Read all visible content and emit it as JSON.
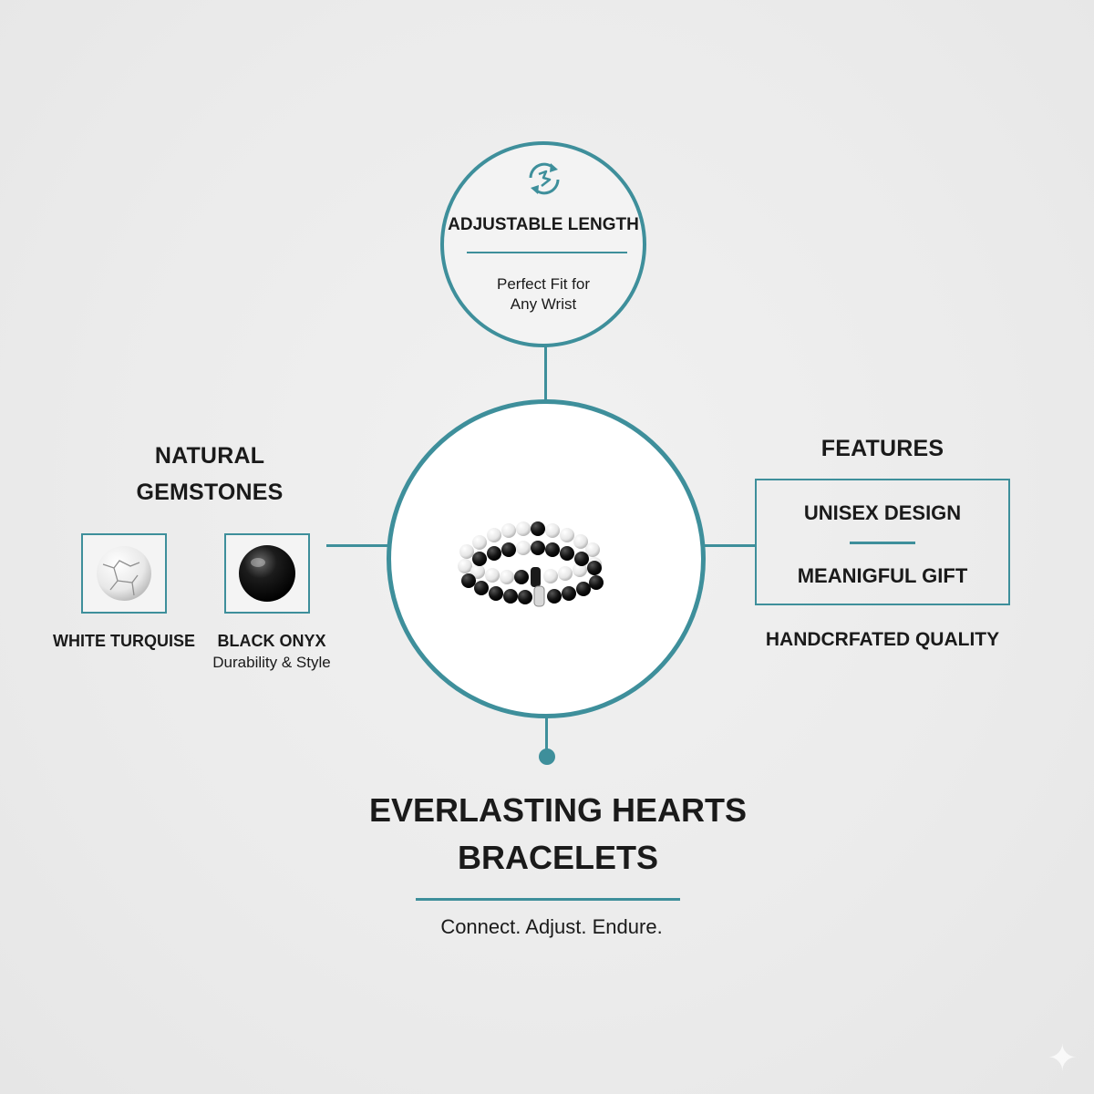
{
  "colors": {
    "accent": "#3e8f9b",
    "background": "#ececec"
  },
  "top_feature": {
    "icon": "adjust-cycle-icon",
    "title": "ADJUSTABLE LENGTH",
    "subtitle_line1": "Perfect Fit for",
    "subtitle_line2": "Any Wrist"
  },
  "gemstones": {
    "heading_line1": "NATURAL",
    "heading_line2": "GEMSTONES",
    "items": [
      {
        "name": "WHITE TURQUISE",
        "icon": "white-turquoise-stone-icon"
      },
      {
        "name": "BLACK ONYX",
        "note": "Durability & Style",
        "icon": "black-onyx-stone-icon"
      }
    ]
  },
  "features": {
    "heading": "FEATURES",
    "items": [
      "UNISEX DESIGN",
      "MEANIGFUL GIFT",
      "HANDCRFATED QUALITY"
    ]
  },
  "product": {
    "image": "bracelets-product-image",
    "title_line1": "EVERLASTING HEARTS",
    "title_line2": "BRACELETS",
    "tagline": "Connect. Adjust. Endure."
  }
}
